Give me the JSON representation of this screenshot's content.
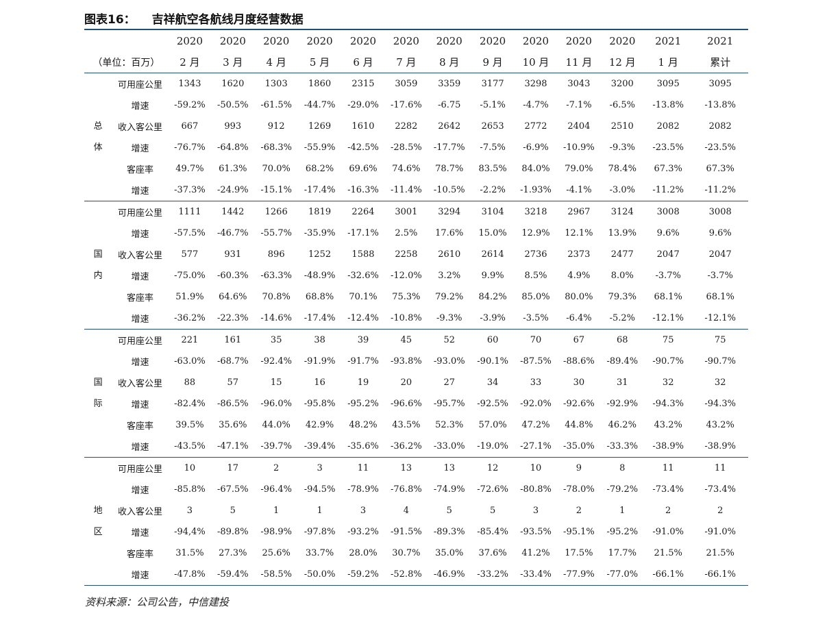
{
  "title": {
    "number": "图表16：",
    "text": "吉祥航空各航线月度经营数据"
  },
  "header": {
    "unit": "（单位：百万）",
    "years": [
      "2020",
      "2020",
      "2020",
      "2020",
      "2020",
      "2020",
      "2020",
      "2020",
      "2020",
      "2020",
      "2020",
      "2021",
      "2021"
    ],
    "months": [
      "2 月",
      "3 月",
      "4 月",
      "5 月",
      "6 月",
      "7 月",
      "8 月",
      "9 月",
      "10 月",
      "11 月",
      "12 月",
      "1 月",
      "累计"
    ]
  },
  "groups": [
    {
      "label": [
        "总",
        "体"
      ],
      "rows": [
        {
          "metric": "可用座公里",
          "values": [
            "1343",
            "1620",
            "1303",
            "1860",
            "2315",
            "3059",
            "3359",
            "3177",
            "3298",
            "3043",
            "3200",
            "3095",
            "3095"
          ]
        },
        {
          "metric": "增速",
          "values": [
            "-59.2%",
            "-50.5%",
            "-61.5%",
            "-44.7%",
            "-29.0%",
            "-17.6%",
            "-6.75",
            "-5.1%",
            "-4.7%",
            "-7.1%",
            "-6.5%",
            "-13.8%",
            "-13.8%"
          ]
        },
        {
          "metric": "收入客公里",
          "values": [
            "667",
            "993",
            "912",
            "1269",
            "1610",
            "2282",
            "2642",
            "2653",
            "2772",
            "2404",
            "2510",
            "2082",
            "2082"
          ]
        },
        {
          "metric": "增速",
          "values": [
            "-76.7%",
            "-64.8%",
            "-68.3%",
            "-55.9%",
            "-42.5%",
            "-28.5%",
            "-17.7%",
            "-7.5%",
            "-6.9%",
            "-10.9%",
            "-9.3%",
            "-23.5%",
            "-23.5%"
          ]
        },
        {
          "metric": "客座率",
          "values": [
            "49.7%",
            "61.3%",
            "70.0%",
            "68.2%",
            "69.6%",
            "74.6%",
            "78.7%",
            "83.5%",
            "84.0%",
            "79.0%",
            "78.4%",
            "67.3%",
            "67.3%"
          ]
        },
        {
          "metric": "增速",
          "values": [
            "-37.3%",
            "-24.9%",
            "-15.1%",
            "-17.4%",
            "-16.3%",
            "-11.4%",
            "-10.5%",
            "-2.2%",
            "-1.93%",
            "-4.1%",
            "-3.0%",
            "-11.2%",
            "-11.2%"
          ]
        }
      ]
    },
    {
      "label": [
        "国",
        "内"
      ],
      "rows": [
        {
          "metric": "可用座公里",
          "values": [
            "1111",
            "1442",
            "1266",
            "1819",
            "2264",
            "3001",
            "3294",
            "3104",
            "3218",
            "2967",
            "3124",
            "3008",
            "3008"
          ]
        },
        {
          "metric": "增速",
          "values": [
            "-57.5%",
            "-46.7%",
            "-55.7%",
            "-35.9%",
            "-17.1%",
            "2.5%",
            "17.6%",
            "15.0%",
            "12.9%",
            "12.1%",
            "13.9%",
            "9.6%",
            "9.6%"
          ]
        },
        {
          "metric": "收入客公里",
          "values": [
            "577",
            "931",
            "896",
            "1252",
            "1588",
            "2258",
            "2610",
            "2614",
            "2736",
            "2373",
            "2477",
            "2047",
            "2047"
          ]
        },
        {
          "metric": "增速",
          "values": [
            "-75.0%",
            "-60.3%",
            "-63.3%",
            "-48.9%",
            "-32.6%",
            "-12.0%",
            "3.2%",
            "9.9%",
            "8.5%",
            "4.9%",
            "8.0%",
            "-3.7%",
            "-3.7%"
          ]
        },
        {
          "metric": "客座率",
          "values": [
            "51.9%",
            "64.6%",
            "70.8%",
            "68.8%",
            "70.1%",
            "75.3%",
            "79.2%",
            "84.2%",
            "85.0%",
            "80.0%",
            "79.3%",
            "68.1%",
            "68.1%"
          ]
        },
        {
          "metric": "增速",
          "values": [
            "-36.2%",
            "-22.3%",
            "-14.6%",
            "-17.4%",
            "-12.4%",
            "-10.8%",
            "-9.3%",
            "-3.9%",
            "-3.5%",
            "-6.4%",
            "-5.2%",
            "-12.1%",
            "-12.1%"
          ]
        }
      ]
    },
    {
      "label": [
        "国",
        "际"
      ],
      "rows": [
        {
          "metric": "可用座公里",
          "values": [
            "221",
            "161",
            "35",
            "38",
            "39",
            "45",
            "52",
            "60",
            "70",
            "67",
            "68",
            "75",
            "75"
          ]
        },
        {
          "metric": "增速",
          "values": [
            "-63.0%",
            "-68.7%",
            "-92.4%",
            "-91.9%",
            "-91.7%",
            "-93.8%",
            "-93.0%",
            "-90.1%",
            "-87.5%",
            "-88.6%",
            "-89.4%",
            "-90.7%",
            "-90.7%"
          ]
        },
        {
          "metric": "收入客公里",
          "values": [
            "88",
            "57",
            "15",
            "16",
            "19",
            "20",
            "27",
            "34",
            "33",
            "30",
            "31",
            "32",
            "32"
          ]
        },
        {
          "metric": "增速",
          "values": [
            "-82.4%",
            "-86.5%",
            "-96.0%",
            "-95.8%",
            "-95.2%",
            "-96.6%",
            "-95.7%",
            "-92.5%",
            "-92.0%",
            "-92.6%",
            "-92.9%",
            "-94.3%",
            "-94.3%"
          ]
        },
        {
          "metric": "客座率",
          "values": [
            "39.5%",
            "35.6%",
            "44.0%",
            "42.9%",
            "48.2%",
            "43.5%",
            "52.3%",
            "57.0%",
            "47.2%",
            "44.8%",
            "46.2%",
            "43.2%",
            "43.2%"
          ]
        },
        {
          "metric": "增速",
          "values": [
            "-43.5%",
            "-47.1%",
            "-39.7%",
            "-39.4%",
            "-35.6%",
            "-36.2%",
            "-33.0%",
            "-19.0%",
            "-27.1%",
            "-35.0%",
            "-33.3%",
            "-38.9%",
            "-38.9%"
          ]
        }
      ]
    },
    {
      "label": [
        "地",
        "区"
      ],
      "rows": [
        {
          "metric": "可用座公里",
          "values": [
            "10",
            "17",
            "2",
            "3",
            "11",
            "13",
            "13",
            "12",
            "10",
            "9",
            "8",
            "11",
            "11"
          ]
        },
        {
          "metric": "增速",
          "values": [
            "-85.8%",
            "-67.5%",
            "-96.4%",
            "-94.5%",
            "-78.9%",
            "-76.8%",
            "-74.9%",
            "-72.6%",
            "-80.8%",
            "-78.0%",
            "-79.2%",
            "-73.4%",
            "-73.4%"
          ]
        },
        {
          "metric": "收入客公里",
          "values": [
            "3",
            "5",
            "1",
            "1",
            "3",
            "4",
            "5",
            "5",
            "3",
            "2",
            "1",
            "2",
            "2"
          ]
        },
        {
          "metric": "增速",
          "values": [
            "-94,4%",
            "-89.8%",
            "-98.9%",
            "-97.8%",
            "-93.2%",
            "-91.5%",
            "-89.3%",
            "-85.4%",
            "-93.5%",
            "-95.1%",
            "-95.2%",
            "-91.0%",
            "-91.0%"
          ]
        },
        {
          "metric": "客座率",
          "values": [
            "31.5%",
            "27.3%",
            "25.6%",
            "33.7%",
            "28.0%",
            "30.7%",
            "35.0%",
            "37.6%",
            "41.2%",
            "17.5%",
            "17.7%",
            "21.5%",
            "21.5%"
          ]
        },
        {
          "metric": "增速",
          "values": [
            "-47.8%",
            "-59.4%",
            "-58.5%",
            "-50.0%",
            "-59.2%",
            "-52.8%",
            "-46.9%",
            "-33.2%",
            "-33.4%",
            "-77.9%",
            "-77.0%",
            "-66.1%",
            "-66.1%"
          ]
        }
      ]
    }
  ],
  "source": "资料来源：公司公告，中信建投",
  "colors": {
    "rule": "#1f4e79",
    "text": "#1a1a1a"
  }
}
